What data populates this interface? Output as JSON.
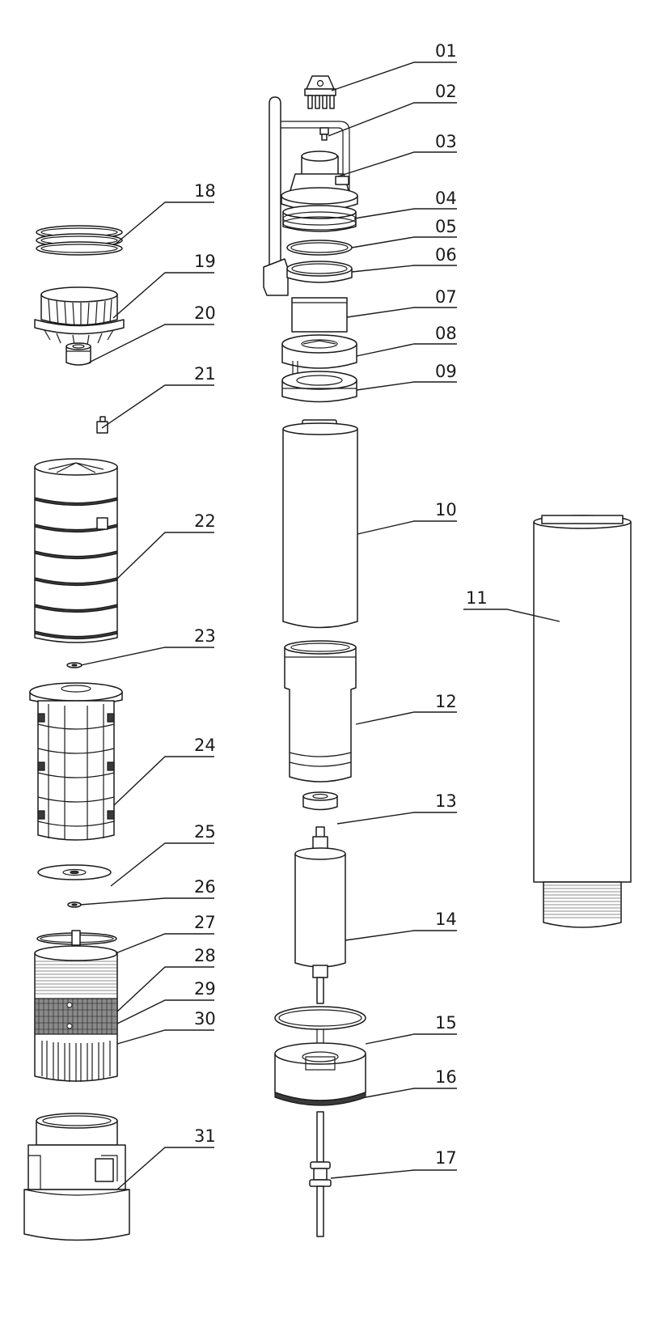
{
  "diagram": {
    "parts": [
      {
        "id": "01",
        "label": "01"
      },
      {
        "id": "02",
        "label": "02"
      },
      {
        "id": "03",
        "label": "03"
      },
      {
        "id": "04",
        "label": "04"
      },
      {
        "id": "05",
        "label": "05"
      },
      {
        "id": "06",
        "label": "06"
      },
      {
        "id": "07",
        "label": "07"
      },
      {
        "id": "08",
        "label": "08"
      },
      {
        "id": "09",
        "label": "09"
      },
      {
        "id": "10",
        "label": "10"
      },
      {
        "id": "11",
        "label": "11"
      },
      {
        "id": "12",
        "label": "12"
      },
      {
        "id": "13",
        "label": "13"
      },
      {
        "id": "14",
        "label": "14"
      },
      {
        "id": "15",
        "label": "15"
      },
      {
        "id": "16",
        "label": "16"
      },
      {
        "id": "17",
        "label": "17"
      },
      {
        "id": "18",
        "label": "18"
      },
      {
        "id": "19",
        "label": "19"
      },
      {
        "id": "20",
        "label": "20"
      },
      {
        "id": "21",
        "label": "21"
      },
      {
        "id": "22",
        "label": "22"
      },
      {
        "id": "23",
        "label": "23"
      },
      {
        "id": "24",
        "label": "24"
      },
      {
        "id": "25",
        "label": "25"
      },
      {
        "id": "26",
        "label": "26"
      },
      {
        "id": "27",
        "label": "27"
      },
      {
        "id": "28",
        "label": "28"
      },
      {
        "id": "29",
        "label": "29"
      },
      {
        "id": "30",
        "label": "30"
      },
      {
        "id": "31",
        "label": "31"
      }
    ],
    "colors": {
      "line": "#1a1a1a",
      "background": "#ffffff",
      "dark_fill": "#3a3a3a"
    }
  }
}
